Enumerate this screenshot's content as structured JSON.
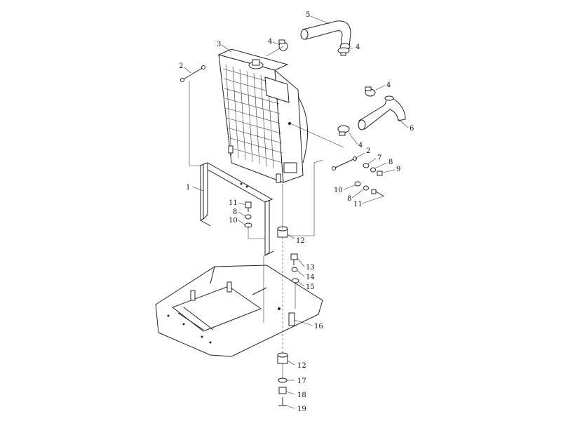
{
  "labels": {
    "l1": "1",
    "l2a": "2",
    "l2b": "2",
    "l3": "3",
    "l4a": "4",
    "l4b": "4",
    "l4c": "4",
    "l4d": "4",
    "l5": "5",
    "l6": "6",
    "l7": "7",
    "l8a": "8",
    "l8b": "8",
    "l8c": "8",
    "l9": "9",
    "l10a": "10",
    "l10b": "10",
    "l11a": "11",
    "l11b": "11",
    "l12a": "12",
    "l12b": "12",
    "l13": "13",
    "l14": "14",
    "l15": "15",
    "l16": "16",
    "l17": "17",
    "l18": "18",
    "l19": "19"
  }
}
